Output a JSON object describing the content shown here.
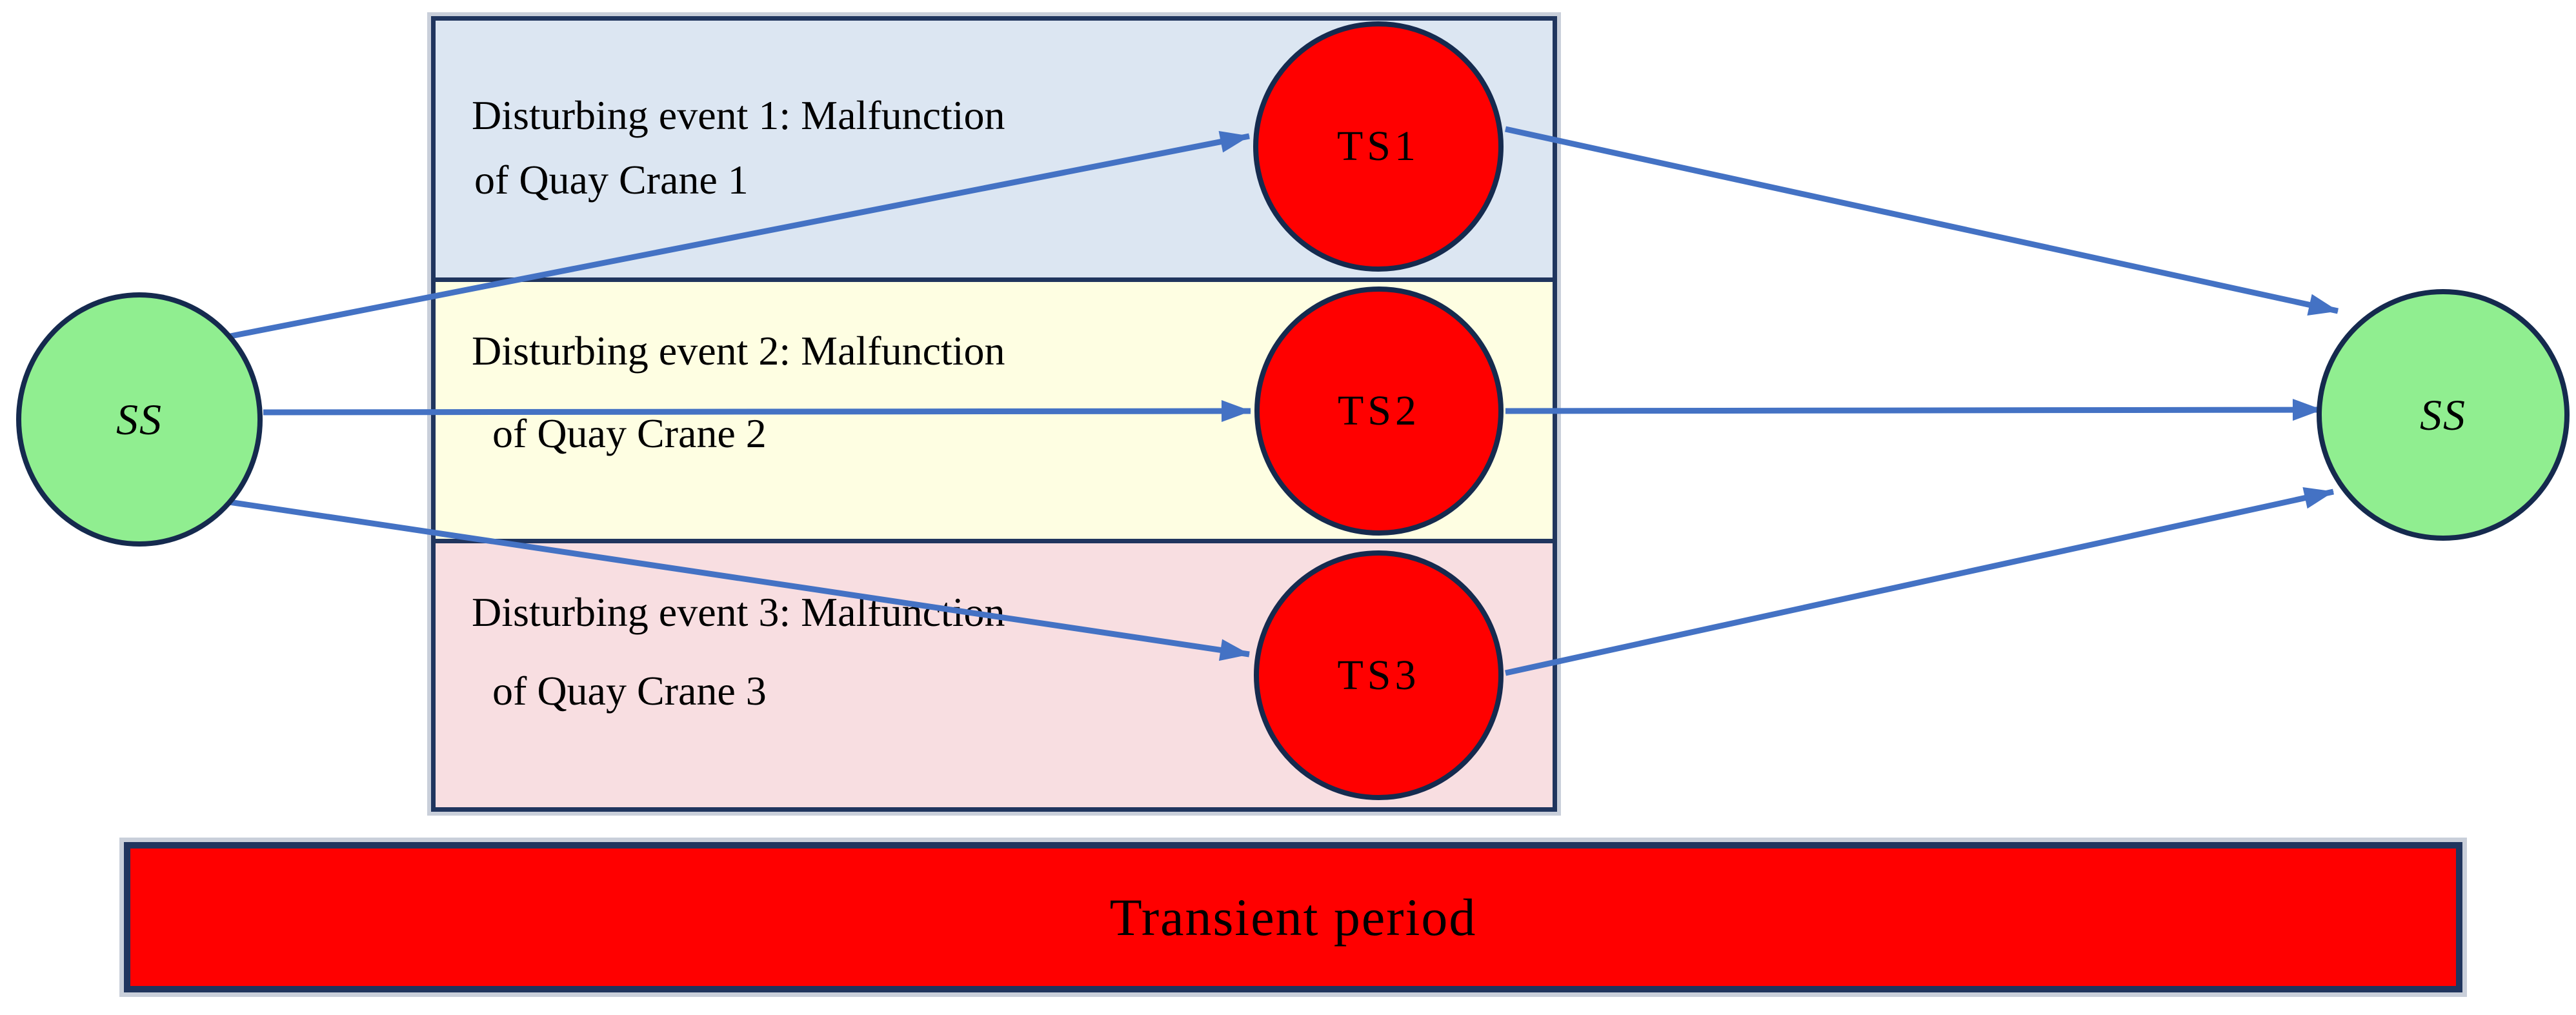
{
  "nodes": {
    "start": {
      "label": "SS",
      "fill": "#90EE90"
    },
    "ts1": {
      "label": "TS1",
      "fill": "#FF0000"
    },
    "ts2": {
      "label": "TS2",
      "fill": "#FF0000"
    },
    "ts3": {
      "label": "TS3",
      "fill": "#FF0000"
    },
    "end": {
      "label": "SS",
      "fill": "#90EE90"
    }
  },
  "event_boxes": [
    {
      "line1": "Disturbing event 1: Malfunction",
      "line2": "of Quay Crane 1",
      "fill": "#DCE6F2"
    },
    {
      "line1": "Disturbing event 2: Malfunction",
      "line2": "of Quay Crane 2",
      "fill": "#FEFEE2"
    },
    {
      "line1": "Disturbing event 3: Malfunction",
      "line2": "of Quay Crane 3",
      "fill": "#F8DEE1"
    }
  ],
  "transient_bar": {
    "label": "Transient period",
    "fill": "#FF0000"
  },
  "colors": {
    "box_border_navy": "#20355E",
    "circle_border_navy": "#152A4E",
    "arrow_blue": "#4472C4",
    "outer_sheen_silver": "#C9CFDA"
  }
}
